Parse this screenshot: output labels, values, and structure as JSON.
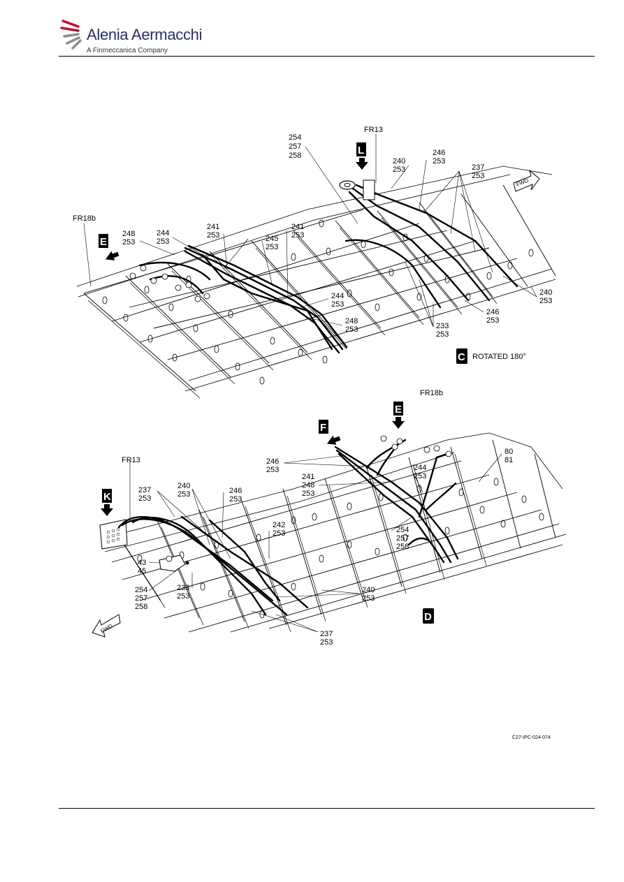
{
  "header": {
    "company": "Alenia Aermacchi",
    "subtitle": "A Finmeccanica Company"
  },
  "figure_id": "C27-IPC-024-074",
  "view_c": {
    "view_letter": "C",
    "view_note": "ROTATED 180°",
    "frames": [
      "FR13",
      "FR18b"
    ],
    "fwd": "FWD",
    "detail_refs": [
      "E",
      "L"
    ],
    "callouts": [
      {
        "lines": [
          "254",
          "257",
          "258"
        ]
      },
      {
        "lines": [
          "240",
          "253"
        ]
      },
      {
        "lines": [
          "246",
          "253"
        ]
      },
      {
        "lines": [
          "237",
          "253"
        ]
      },
      {
        "lines": [
          "248",
          "253"
        ]
      },
      {
        "lines": [
          "244",
          "253"
        ]
      },
      {
        "lines": [
          "241",
          "253"
        ]
      },
      {
        "lines": [
          "245",
          "253"
        ]
      },
      {
        "lines": [
          "241",
          "253"
        ]
      },
      {
        "lines": [
          "244",
          "253"
        ]
      },
      {
        "lines": [
          "248",
          "253"
        ]
      },
      {
        "lines": [
          "233",
          "253"
        ]
      },
      {
        "lines": [
          "246",
          "253"
        ]
      },
      {
        "lines": [
          "240",
          "253"
        ]
      }
    ]
  },
  "view_d": {
    "view_letter": "D",
    "frames": [
      "FR18b",
      "FR13"
    ],
    "fwd": "FWD",
    "detail_refs": [
      "E",
      "F",
      "K"
    ],
    "callouts": [
      {
        "lines": [
          "80",
          "81"
        ]
      },
      {
        "lines": [
          "246",
          "253"
        ]
      },
      {
        "lines": [
          "244",
          "253"
        ]
      },
      {
        "lines": [
          "241",
          "248",
          "253"
        ]
      },
      {
        "lines": [
          "237",
          "253"
        ]
      },
      {
        "lines": [
          "240",
          "253"
        ]
      },
      {
        "lines": [
          "246",
          "253"
        ]
      },
      {
        "lines": [
          "242",
          "253"
        ]
      },
      {
        "lines": [
          "254",
          "257",
          "258"
        ]
      },
      {
        "lines": [
          "43",
          "45"
        ]
      },
      {
        "lines": [
          "254",
          "257",
          "258"
        ]
      },
      {
        "lines": [
          "233",
          "253"
        ]
      },
      {
        "lines": [
          "240",
          "253"
        ]
      },
      {
        "lines": [
          "237",
          "253"
        ]
      }
    ]
  }
}
